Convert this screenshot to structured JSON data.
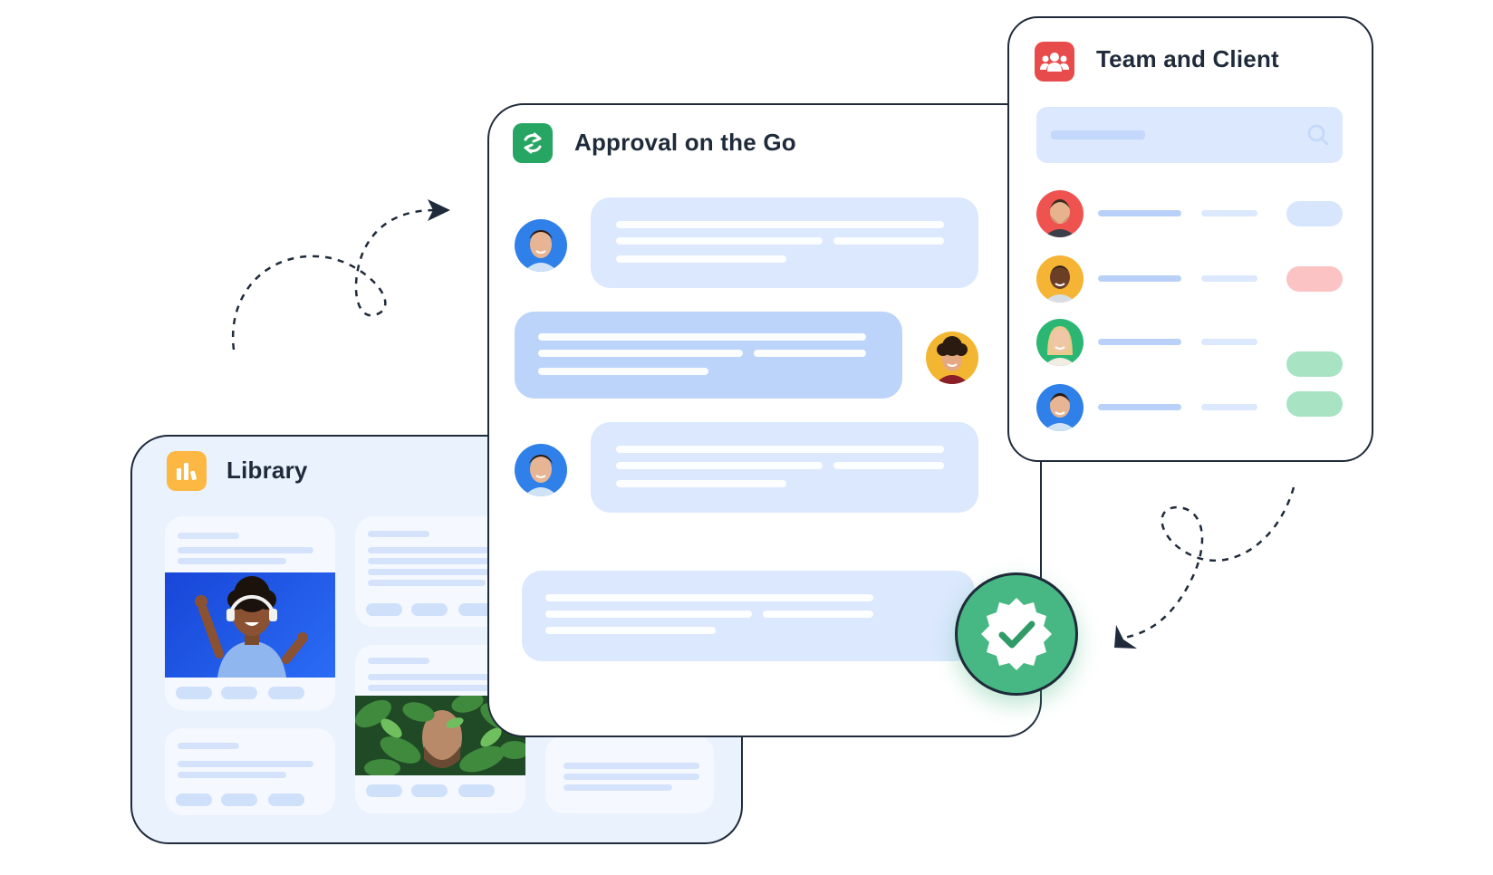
{
  "panels": {
    "library": {
      "title": "Library",
      "icon": "bar-chart-icon",
      "icon_color": "#fcb843"
    },
    "approval": {
      "title": "Approval on the Go",
      "icon": "sync-icon",
      "icon_color": "#27a563"
    },
    "team": {
      "title": "Team and Client",
      "icon": "group-icon",
      "icon_color": "#e84b4b"
    }
  },
  "colors": {
    "accent_blue": "#cfe0fb",
    "approved_green": "#47b883",
    "status_red": "#fbc3c3",
    "status_green": "#a8e3c4",
    "status_blue": "#d7e6fd"
  },
  "approval_badge": {
    "icon": "check-badge-icon"
  },
  "team_rows": [
    {
      "avatar": "avatar-red",
      "status": "blue"
    },
    {
      "avatar": "avatar-yellow",
      "status": "red"
    },
    {
      "avatar": "avatar-green",
      "status": "green"
    },
    {
      "avatar": "avatar-blue",
      "status": "green"
    }
  ]
}
